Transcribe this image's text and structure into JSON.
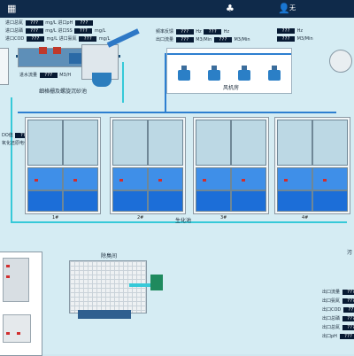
{
  "topbar": {
    "user_name": "无"
  },
  "inlet_monitor": {
    "rows": [
      {
        "l1": "进口总氮",
        "v1": "???",
        "u1": "mg/L",
        "l2": "进口pH",
        "v2": "???",
        "u2": ""
      },
      {
        "l1": "进口总磷",
        "v1": "???",
        "u1": "mg/L",
        "l2": "进口SS",
        "v2": "???",
        "u2": "mg/L"
      },
      {
        "l1": "进口COD",
        "v1": "???",
        "u1": "mg/L",
        "l2": "进口氨氮",
        "v2": "???",
        "u2": "mg/L"
      }
    ]
  },
  "inlet_flow": {
    "label": "进水流量",
    "value": "???",
    "unit": "M3/H"
  },
  "grit_caption": "细格栅及螺旋沉砂池",
  "blower_monitor": {
    "rows": [
      {
        "l1": "频率反馈",
        "v1": "???",
        "u1": "Hz",
        "v2": "???",
        "u2": "Hz"
      },
      {
        "l1": "出口流量",
        "v1": "???",
        "u1": "M3/Min",
        "v2": "???",
        "u2": "M3/Min"
      }
    ]
  },
  "blower_monitor_right": {
    "rows": [
      {
        "v1": "???",
        "u1": "Hz"
      },
      {
        "v1": "???",
        "u1": "M3/Min"
      }
    ]
  },
  "blower_caption": "风机房",
  "tank_panel": {
    "label1": "DO值",
    "label2": "氧化还原电位",
    "value": "???"
  },
  "tanks": [
    {
      "label": "1#"
    },
    {
      "label": "2#"
    },
    {
      "label": "3#"
    },
    {
      "label": "4#"
    }
  ],
  "bio_caption": "生化池",
  "deodor_caption": "除臭间",
  "right_partial_caption": "污",
  "outlet_monitor": {
    "rows": [
      {
        "label": "出口流量",
        "value": "???"
      },
      {
        "label": "出口氨氮",
        "value": "???"
      },
      {
        "label": "出口COD",
        "value": "???"
      },
      {
        "label": "出口总磷",
        "value": "???"
      },
      {
        "label": "出口总氮",
        "value": "???"
      },
      {
        "label": "出口pH",
        "value": "???"
      }
    ]
  },
  "colors": {
    "topbar": "#0f2a4a",
    "pipe": "#2d7fd0",
    "water": "#1c6ed8",
    "value_bg": "#071a33"
  }
}
